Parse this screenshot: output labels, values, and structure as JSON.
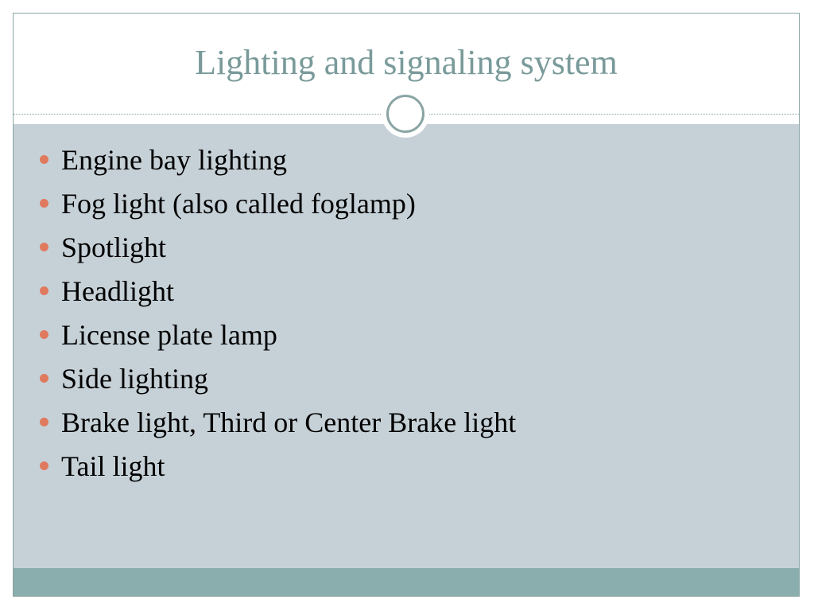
{
  "slide": {
    "title": "Lighting and signaling system",
    "bullets": [
      "Engine bay lighting",
      "Fog light (also called foglamp)",
      "Spotlight",
      "Headlight",
      "License plate lamp",
      "Side lighting",
      "Brake light, Third or Center Brake light",
      "Tail light"
    ]
  },
  "colors": {
    "title": "#7a9a9a",
    "content_background": "#c6d1d7",
    "bullet_marker": "#e07a5f",
    "footer_bar": "#8aadad",
    "border": "#8aa4a4"
  },
  "icons": {
    "title_ornament": "circle-ornament-icon",
    "bullet_marker": "bullet-dot-icon"
  }
}
